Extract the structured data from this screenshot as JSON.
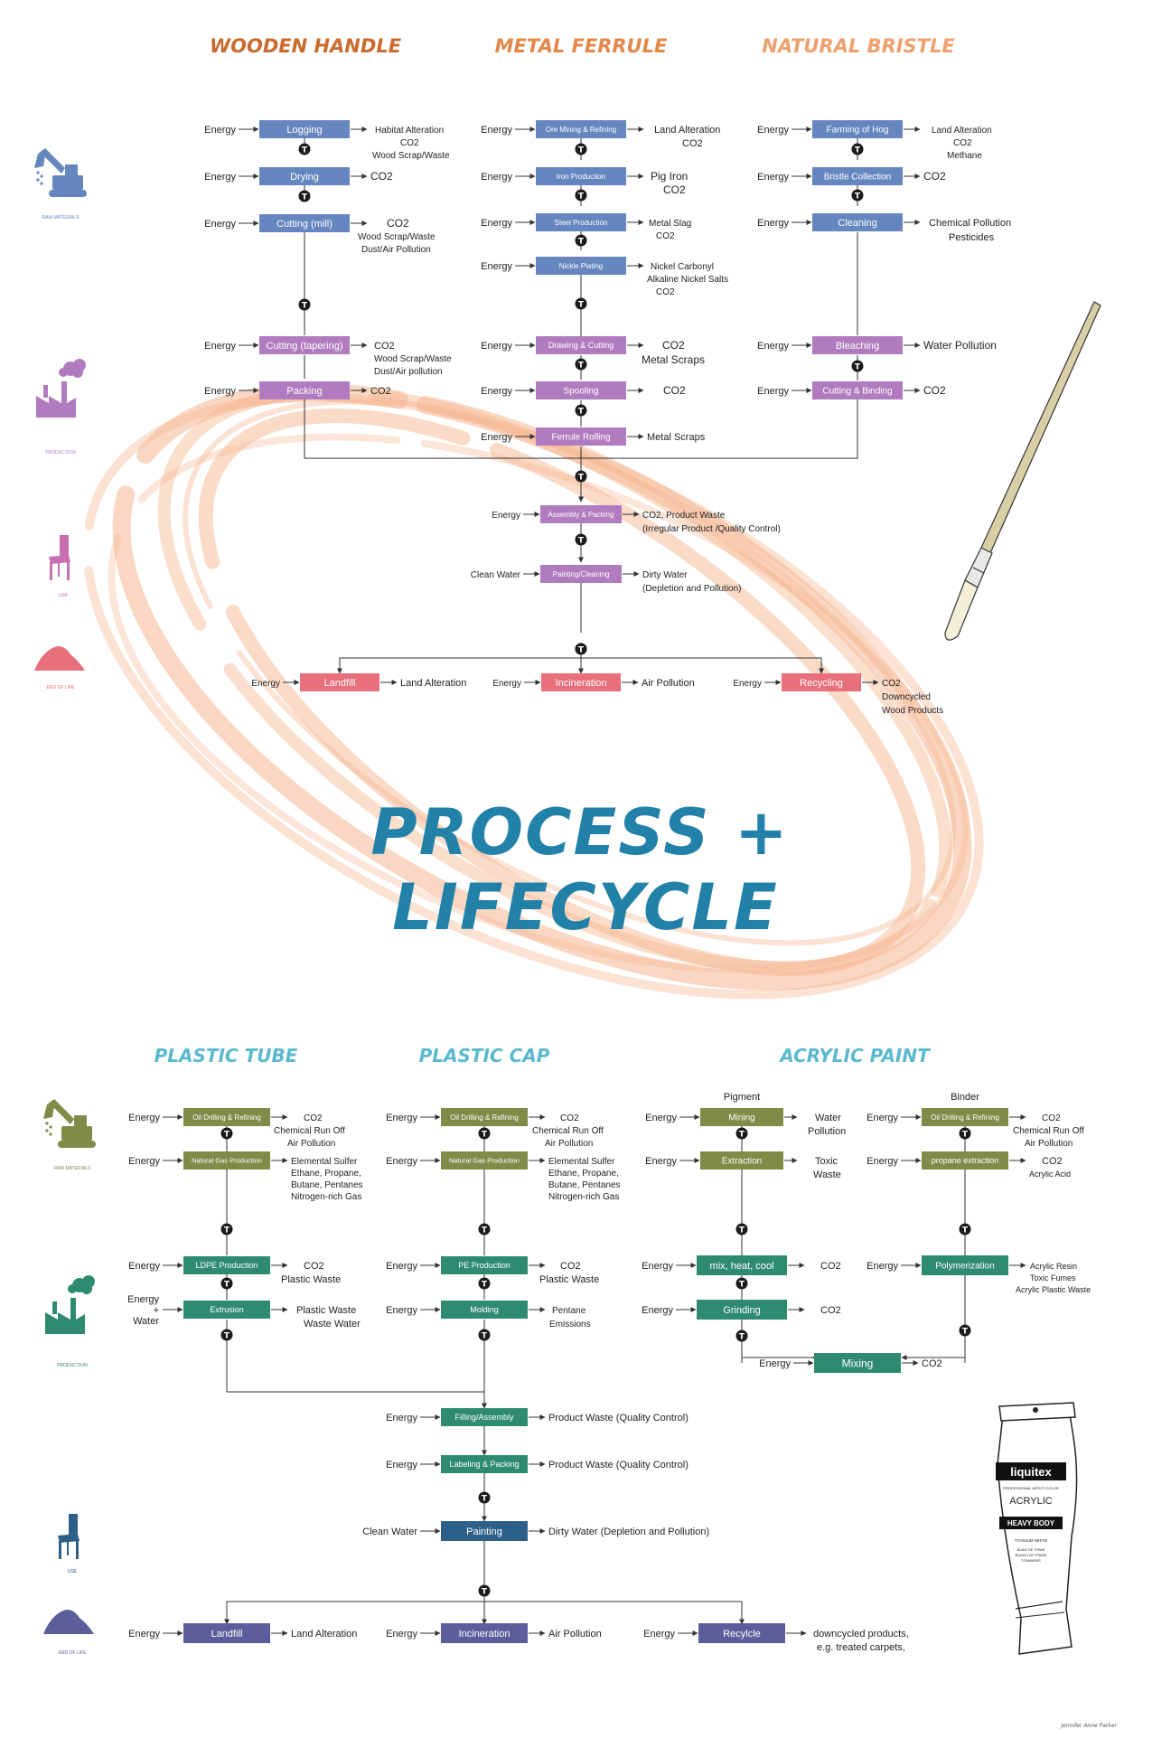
{
  "colors": {
    "raw_top": "#6586bf",
    "prod_top": "#b07cbf",
    "life_top": "#e8707c",
    "raw_bot": "#7e8c47",
    "prod_bot": "#2f8a72",
    "paint_bot": "#2d6088",
    "life_bot": "#5c5e9c",
    "title_wood": "#cc6a2d",
    "title_metal": "#e2884a",
    "title_bristle": "#eea06f",
    "title_bottom": "#5bb9cf",
    "main_title": "#2181a8",
    "swirl": "#f6b791",
    "ink": "#222222"
  },
  "top": {
    "wooden_handle": {
      "title": "WOODEN HANDLE",
      "steps": {
        "logging": {
          "in": "Energy",
          "label": "Logging",
          "out": [
            "Habitat Alteration",
            "CO2",
            "Wood Scrap/Waste"
          ]
        },
        "drying": {
          "in": "Energy",
          "label": "Drying",
          "out": [
            "CO2"
          ]
        },
        "cutting_mill": {
          "in": "Energy",
          "label": "Cutting (mill)",
          "out": [
            "CO2",
            "Wood Scrap/Waste",
            "Dust/Air Pollution"
          ]
        },
        "cutting_tapering": {
          "in": "Energy",
          "label": "Cutting (tapering)",
          "out": [
            "CO2",
            "Wood Scrap/Waste",
            "Dust/Air pollution"
          ]
        },
        "packing": {
          "in": "Energy",
          "label": "Packing",
          "out": [
            "CO2"
          ]
        }
      }
    },
    "metal_ferrule": {
      "title": "METAL FERRULE",
      "steps": {
        "ore": {
          "in": "Energy",
          "label": "Ore Mining & Refining",
          "out": [
            "Land Alteration",
            "CO2"
          ]
        },
        "iron": {
          "in": "Energy",
          "label": "Iron Production",
          "out": [
            "Pig Iron",
            "CO2"
          ]
        },
        "steel": {
          "in": "Energy",
          "label": "Steel Production",
          "out": [
            "Metal Slag",
            "CO2"
          ]
        },
        "nickle": {
          "in": "Energy",
          "label": "Nickle Plating",
          "out": [
            "Nickel Carbonyl",
            "Alkaline Nickel Salts",
            "CO2"
          ]
        },
        "drawing": {
          "in": "Energy",
          "label": "Drawing & Cutting",
          "out": [
            "CO2",
            "Metal Scraps"
          ]
        },
        "spooling": {
          "in": "Energy",
          "label": "Spooling",
          "out": [
            "CO2"
          ]
        },
        "rolling": {
          "in": "Energy",
          "label": "Ferrule Rolling",
          "out": [
            "Metal Scraps"
          ]
        }
      }
    },
    "natural_bristle": {
      "title": "NATURAL BRISTLE",
      "steps": {
        "farming": {
          "in": "Energy",
          "label": "Farming of Hog",
          "out": [
            "Land Alteration",
            "CO2",
            "Methane"
          ]
        },
        "collection": {
          "in": "Energy",
          "label": "Bristle Collection",
          "out": [
            "CO2"
          ]
        },
        "cleaning": {
          "in": "Energy",
          "label": "Cleaning",
          "out": [
            "Chemical Pollution",
            "Pesticides"
          ]
        },
        "bleaching": {
          "in": "Energy",
          "label": "Bleaching",
          "out": [
            "Water Pollution"
          ]
        },
        "binding": {
          "in": "Energy",
          "label": "Cutting & Binding",
          "out": [
            "CO2"
          ]
        }
      }
    },
    "shared": {
      "assembly": {
        "in": "Energy",
        "label": "Assembly & Packing",
        "out": [
          "CO2, Product Waste",
          "(Irregular Product /Quality Control)"
        ]
      },
      "painting": {
        "in": "Clean Water",
        "label": "Painting/Cleaning",
        "out": [
          "Dirty Water",
          "(Depletion and Pollution)"
        ]
      },
      "landfill": {
        "in": "Energy",
        "label": "Landfill",
        "out": [
          "Land Alteration"
        ]
      },
      "incineration": {
        "in": "Energy",
        "label": "Incineration",
        "out": [
          "Air Pollution"
        ]
      },
      "recycling": {
        "in": "Energy",
        "label": "Recycling",
        "out": [
          "CO2",
          "Downcycled",
          "Wood Products"
        ]
      }
    },
    "legend": {
      "raw": "RAW MATERIALS",
      "production": "PRODUCTION",
      "use": "USE",
      "eol": "END OF LIFE"
    }
  },
  "main_title": {
    "line1": "PROCESS +",
    "line2": "LIFECYCLE"
  },
  "bottom": {
    "plastic_tube": {
      "title": "PLASTIC TUBE",
      "steps": {
        "oil": {
          "in": "Energy",
          "label": "Oil Drilling & Refining",
          "out": [
            "CO2",
            "Chemical Run Off",
            "Air Pollution"
          ]
        },
        "gas": {
          "in": "Energy",
          "label": "Natural Gas Production",
          "out": [
            "Elemental Sulfer",
            "Ethane, Propane,",
            "Butane, Pentanes",
            "Nitrogen-rich Gas"
          ]
        },
        "ldpe": {
          "in": "Energy",
          "label": "LDPE Production",
          "out": [
            "CO2",
            "Plastic Waste"
          ]
        },
        "extrusion": {
          "in": [
            "Energy",
            "+",
            "Water"
          ],
          "label": "Extrusion",
          "out": [
            "Plastic Waste",
            "Waste Water"
          ]
        }
      }
    },
    "plastic_cap": {
      "title": "PLASTIC CAP",
      "steps": {
        "oil": {
          "in": "Energy",
          "label": "Oil Drilling & Refining",
          "out": [
            "CO2",
            "Chemical Run Off",
            "Air Pollution"
          ]
        },
        "gas": {
          "in": "Energy",
          "label": "Natural Gas Production",
          "out": [
            "Elemental Sulfer",
            "Ethane, Propane,",
            "Butane, Pentanes",
            "Nitrogen-rich Gas"
          ]
        },
        "pe": {
          "in": "Energy",
          "label": "PE Production",
          "out": [
            "CO2",
            "Plastic Waste"
          ]
        },
        "molding": {
          "in": "Energy",
          "label": "Molding",
          "out": [
            "Pentane",
            "Emissions"
          ]
        }
      }
    },
    "acrylic_paint": {
      "title": "ACRYLIC PAINT",
      "pigment_label": "Pigment",
      "binder_label": "Binder",
      "steps": {
        "mining": {
          "in": "Energy",
          "label": "Mining",
          "out": [
            "Water",
            "Pollution"
          ]
        },
        "extraction": {
          "in": "Energy",
          "label": "Extraction",
          "out": [
            "Toxic",
            "Waste"
          ]
        },
        "mix": {
          "in": "Energy",
          "label": "mix, heat, cool",
          "out": [
            "CO2"
          ]
        },
        "grinding": {
          "in": "Energy",
          "label": "Grinding",
          "out": [
            "CO2"
          ]
        },
        "b_oil": {
          "in": "Energy",
          "label": "Oil Drilling & Refining",
          "out": [
            "CO2",
            "Chemical Run Off",
            "Air Pollution"
          ]
        },
        "b_propane": {
          "in": "Energy",
          "label": "propane extraction",
          "out": [
            "CO2",
            "Acrylic Acid"
          ]
        },
        "polymer": {
          "in": "Energy",
          "label": "Polymerization",
          "out": [
            "Acrylic Resin",
            "Toxic Fumes",
            "Acrylic Plastic Waste"
          ]
        },
        "mixing": {
          "in": "Energy",
          "label": "Mixing",
          "out": [
            "CO2"
          ]
        }
      }
    },
    "shared": {
      "filling": {
        "in": "Energy",
        "label": "Filling/Assembly",
        "out": [
          "Product Waste (Quality Control)"
        ]
      },
      "labeling": {
        "in": "Energy",
        "label": "Labeling & Packing",
        "out": [
          "Product Waste (Quality Control)"
        ]
      },
      "painting": {
        "in": "Clean Water",
        "label": "Painting",
        "out": [
          "Dirty Water (Depletion and Pollution)"
        ]
      },
      "landfill": {
        "in": "Energy",
        "label": "Landfill",
        "out": [
          "Land Alteration"
        ]
      },
      "incineration": {
        "in": "Energy",
        "label": "Incineration",
        "out": [
          "Air Pollution"
        ]
      },
      "recycle": {
        "in": "Energy",
        "label": "Recylcle",
        "out": [
          "downcycled products,",
          "e.g. treated carpets,"
        ]
      }
    },
    "legend": {
      "raw": "RAW MATERIALS",
      "production": "PRODUCTION",
      "use": "USE",
      "eol": "END OF LIFE"
    }
  },
  "tube_label": {
    "brand": "liquitex",
    "sub": "PROFESSIONAL ARTIST COLOR",
    "acrylic": "ACRYLIC",
    "heavy": "HEAVY BODY",
    "color": "TITANIUM WHITE",
    "small1": "BLANC DE TITANE",
    "small2": "BLANCO DE TITANIO",
    "small3": "TITANWEISS"
  },
  "transport_glyph": "T",
  "byline": "Jennifer Anne Parker"
}
